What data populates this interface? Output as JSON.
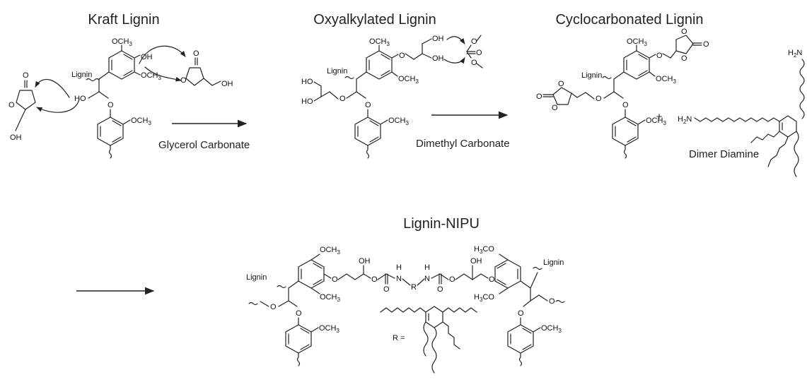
{
  "titles": {
    "kraft": "Kraft Lignin",
    "oxy": "Oxyalkylated Lignin",
    "cyclo": "Cyclocarbonated Lignin",
    "nipu": "Lignin-NIPU"
  },
  "reagents": {
    "step1": "Glycerol Carbonate",
    "step2": "Dimethyl Carbonate",
    "amine": "Dimer Diamine",
    "plus": "+"
  },
  "atoms": {
    "och3": "OCH",
    "sub3": "3",
    "h3co_h": "H",
    "h3co_rest": "CO",
    "oh": "OH",
    "ho": "HO",
    "o": "O",
    "h": "H",
    "n": "N",
    "r": "R",
    "r_eq": "R =",
    "lignin": "Lignin",
    "h2n_h": "H",
    "h2n_sub": "2",
    "h2n_n": "N"
  }
}
